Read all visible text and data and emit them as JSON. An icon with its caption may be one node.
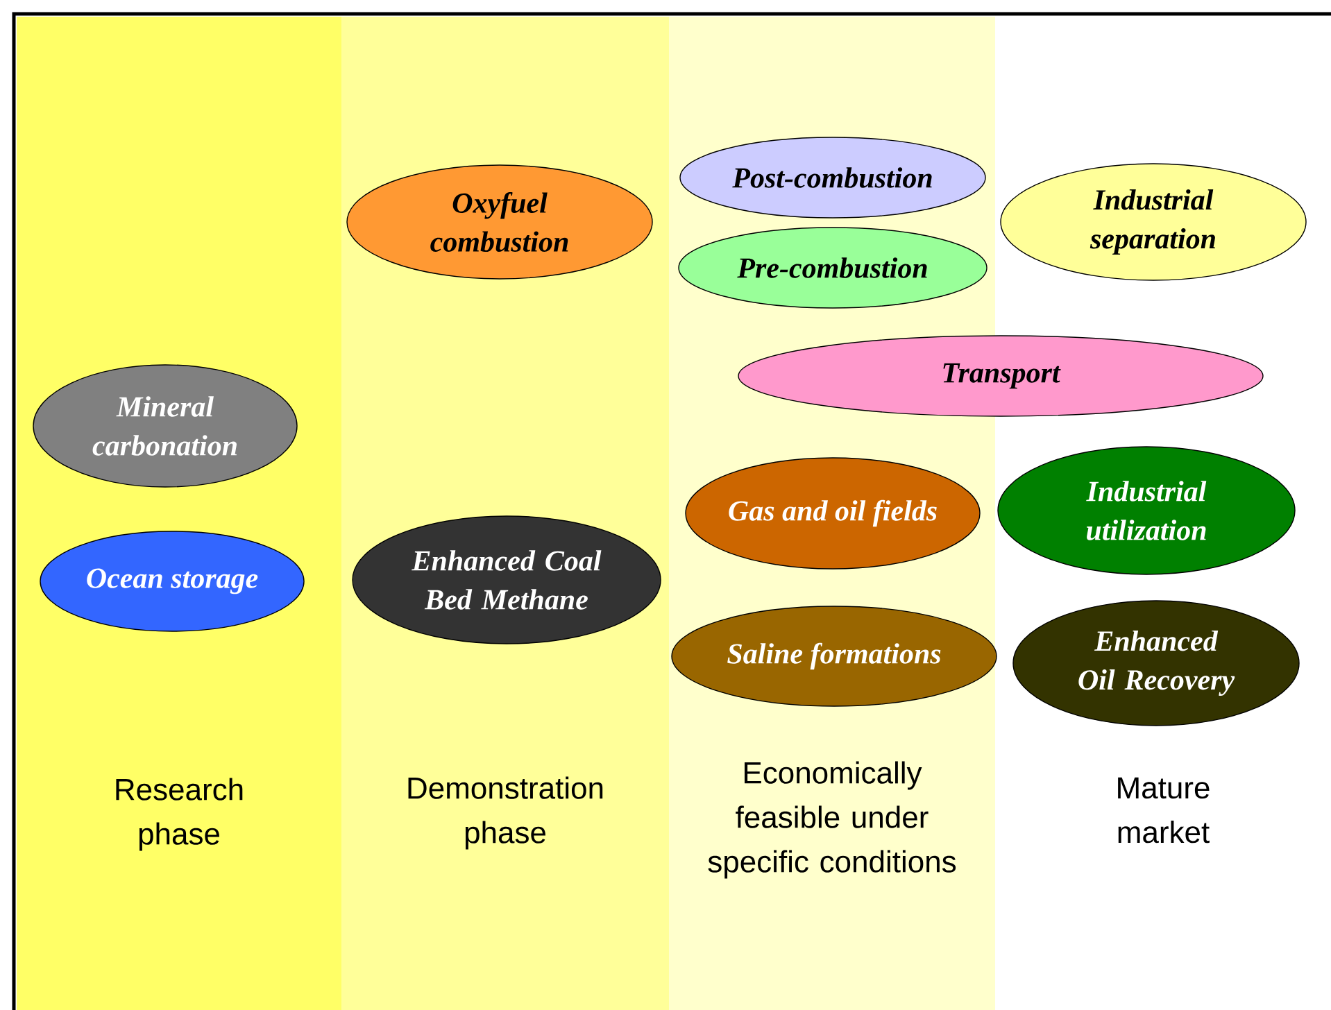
{
  "diagram": {
    "nodes": [
      {
        "text": [
          "Research phase"
        ]
      },
      {
        "text": [
          "Mineral carbonation"
        ],
        "in": 0
      },
      {
        "text": [
          "Ocean storage"
        ],
        "in": 0
      },
      {
        "text": [
          "Demonstration phase"
        ]
      },
      {
        "text": [
          "Oxyfuel combustion"
        ],
        "in": 3
      },
      {
        "text": [
          "Enhanced Coal Bed Methane"
        ],
        "in": 3
      },
      {
        "text": [
          "Economically feasible under specific conditions"
        ]
      },
      {
        "text": [
          "Post-combustion"
        ],
        "in": 6
      },
      {
        "text": [
          "Pre-combustion"
        ],
        "in": 6
      },
      {
        "text": [
          "Gas and oil fields"
        ],
        "in": 6
      },
      {
        "text": [
          "Saline formations"
        ],
        "in": 6
      },
      {
        "text": [
          "Mature market"
        ]
      },
      {
        "text": [
          "Industrial separation"
        ]
      },
      {
        "text": [
          "Industrial utilization"
        ]
      },
      {
        "text": [
          "Enhanced Oil Recovery"
        ]
      },
      {
        "text": [
          "Transport"
        ]
      }
    ]
  }
}
